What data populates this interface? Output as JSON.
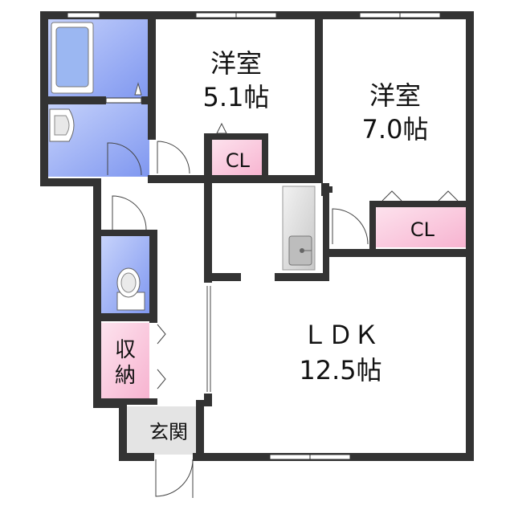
{
  "rooms": {
    "western_room_a": {
      "name": "洋室",
      "size": "5.1帖"
    },
    "western_room_b": {
      "name": "洋室",
      "size": "7.0帖"
    },
    "ldk": {
      "name": "ＬＤＫ",
      "size": "12.5帖"
    },
    "closet_a": "CL",
    "closet_b": "CL",
    "storage": {
      "line1": "収",
      "line2": "納"
    },
    "entrance": "玄関"
  },
  "colors": {
    "wall": "#333333",
    "wet_area": "#8fa8f5",
    "closet": "#f9c6dc",
    "floor": "#ffffff",
    "entrance_floor": "#e4e4e4",
    "kitchen": "#d6d6d6"
  },
  "icons": [
    "bathtub-icon",
    "wash-basin-icon",
    "toilet-icon",
    "kitchen-sink-icon",
    "door-swing-icon",
    "window-icon"
  ]
}
